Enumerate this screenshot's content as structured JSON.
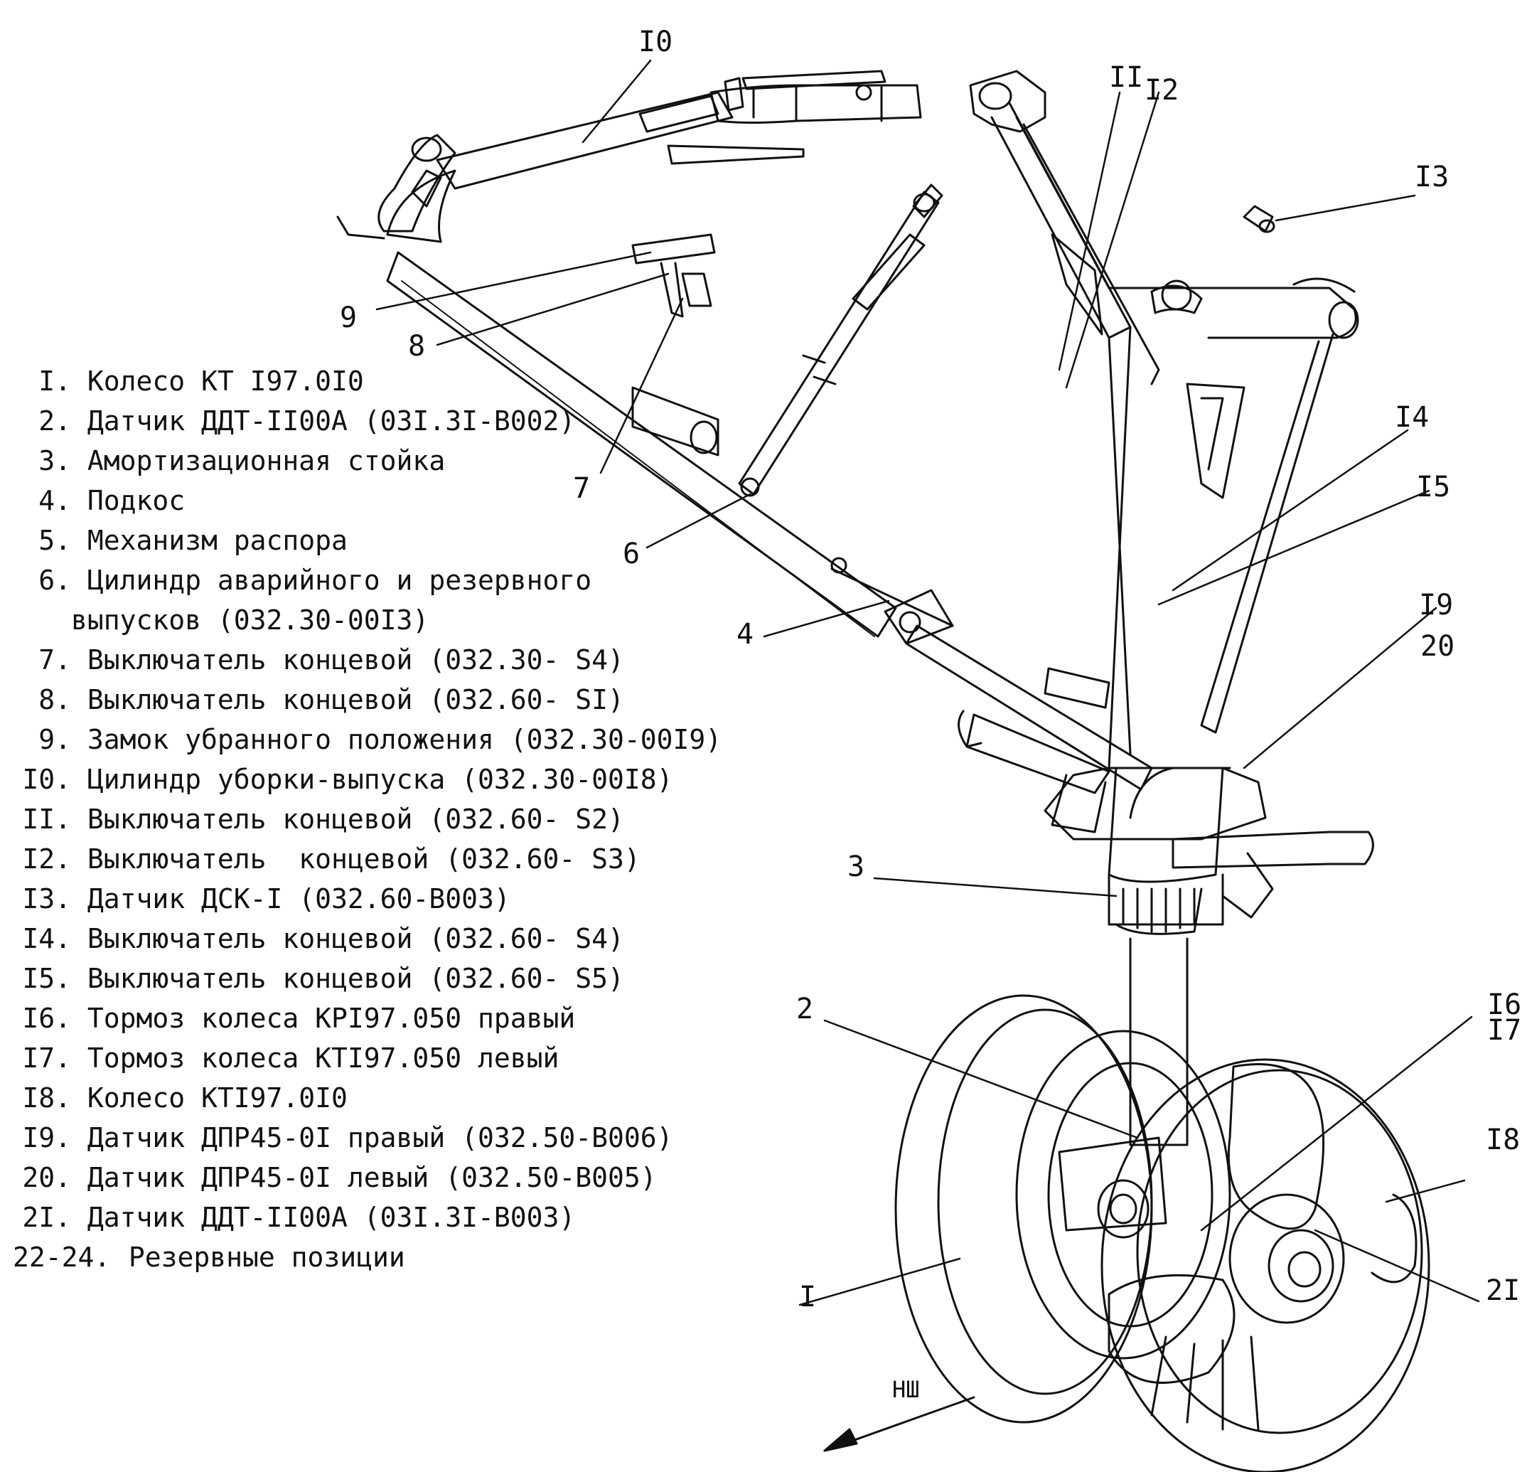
{
  "callouts": {
    "c1": "I",
    "c2": "2",
    "c3": "3",
    "c4": "4",
    "c6": "6",
    "c7": "7",
    "c8": "8",
    "c9": "9",
    "c10": "I0",
    "c11": "II",
    "c12": "I2",
    "c13": "I3",
    "c14": "I4",
    "c15": "I5",
    "c16": "I6",
    "c17": "I7",
    "c18": "I8",
    "c19": "I9",
    "c20": "20",
    "c21": "2I"
  },
  "direction_label": "НШ",
  "legend": [
    {
      "num": "I.",
      "text": " Колесо КТ I97.0I0"
    },
    {
      "num": "2.",
      "text": " Датчик ДДТ-II00А (03I.3I-В002)"
    },
    {
      "num": "3.",
      "text": " Амортизационная стойка"
    },
    {
      "num": "4.",
      "text": " Подкос"
    },
    {
      "num": "5.",
      "text": " Механизм распора"
    },
    {
      "num": "6.",
      "text": " Цилиндр аварийного и резервного"
    },
    {
      "num": "",
      "text": "выпусков (032.30-00I3)"
    },
    {
      "num": "7.",
      "text": " Выключатель концевой (032.30- S4)"
    },
    {
      "num": "8.",
      "text": " Выключатель концевой (032.60- SI)"
    },
    {
      "num": "9.",
      "text": " Замок убранного положения (032.30-00I9)"
    },
    {
      "num": "I0.",
      "text": " Цилиндр уборки-выпуска (032.30-00I8)"
    },
    {
      "num": "II.",
      "text": " Выключатель концевой (032.60- S2)"
    },
    {
      "num": "I2.",
      "text": " Выключатель  концевой (032.60- S3)"
    },
    {
      "num": "I3.",
      "text": " Датчик ДСК-I (032.60-В003)"
    },
    {
      "num": "I4.",
      "text": " Выключатель концевой (032.60- S4)"
    },
    {
      "num": "I5.",
      "text": " Выключатель концевой (032.60- S5)"
    },
    {
      "num": "I6.",
      "text": " Тормоз колеса КРI97.050 правый"
    },
    {
      "num": "I7.",
      "text": " Тормоз колеса КТI97.050 левый"
    },
    {
      "num": "I8.",
      "text": " Колесо КТI97.0I0"
    },
    {
      "num": "I9.",
      "text": " Датчик ДПР45-0I правый (032.50-В006)"
    },
    {
      "num": "20.",
      "text": " Датчик ДПР45-0I левый (032.50-В005)"
    },
    {
      "num": "2I.",
      "text": " Датчик ДДТ-II00А (03I.3I-В003)"
    },
    {
      "num": "22-24.",
      "text": " Резервные позиции"
    }
  ]
}
